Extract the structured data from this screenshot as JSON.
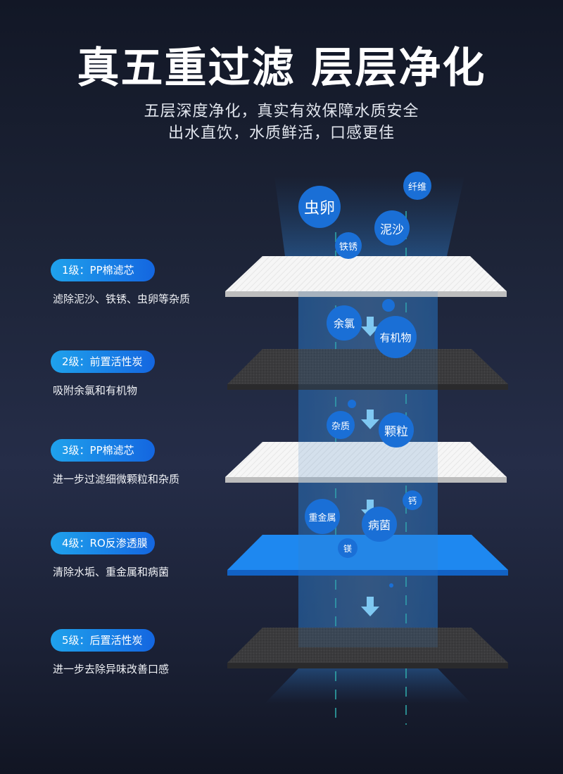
{
  "header": {
    "title": "真五重过滤 层层净化",
    "subtitle_line1": "五层深度净化，真实有效保障水质安全",
    "subtitle_line2": "出水直饮，水质鲜活，口感更佳"
  },
  "stages": [
    {
      "label": "1级：PP棉滤芯",
      "desc": "滤除泥沙、铁锈、虫卵等杂质"
    },
    {
      "label": "2级：前置活性炭",
      "desc": "吸附余氯和有机物"
    },
    {
      "label": "3级：PP棉滤芯",
      "desc": "进一步过滤细微颗粒和杂质"
    },
    {
      "label": "4级：RO反渗透膜",
      "desc": "清除水垢、重金属和病菌"
    },
    {
      "label": "5级：后置活性炭",
      "desc": "进一步去除异味改善口感"
    }
  ],
  "particles": {
    "p1": "虫卵",
    "p2": "纤维",
    "p3": "泥沙",
    "p4": "铁锈",
    "p5": "余氯",
    "p6": "有机物",
    "p7": "杂质",
    "p8": "颗粒",
    "p9": "重金属",
    "p10": "病菌",
    "p11": "钙",
    "p12": "镁"
  },
  "colors": {
    "accent": "#1a6fd6",
    "ro_membrane": "#1e88f0",
    "carbon": "#3a3a3c",
    "pp": "#f4f4f4"
  }
}
